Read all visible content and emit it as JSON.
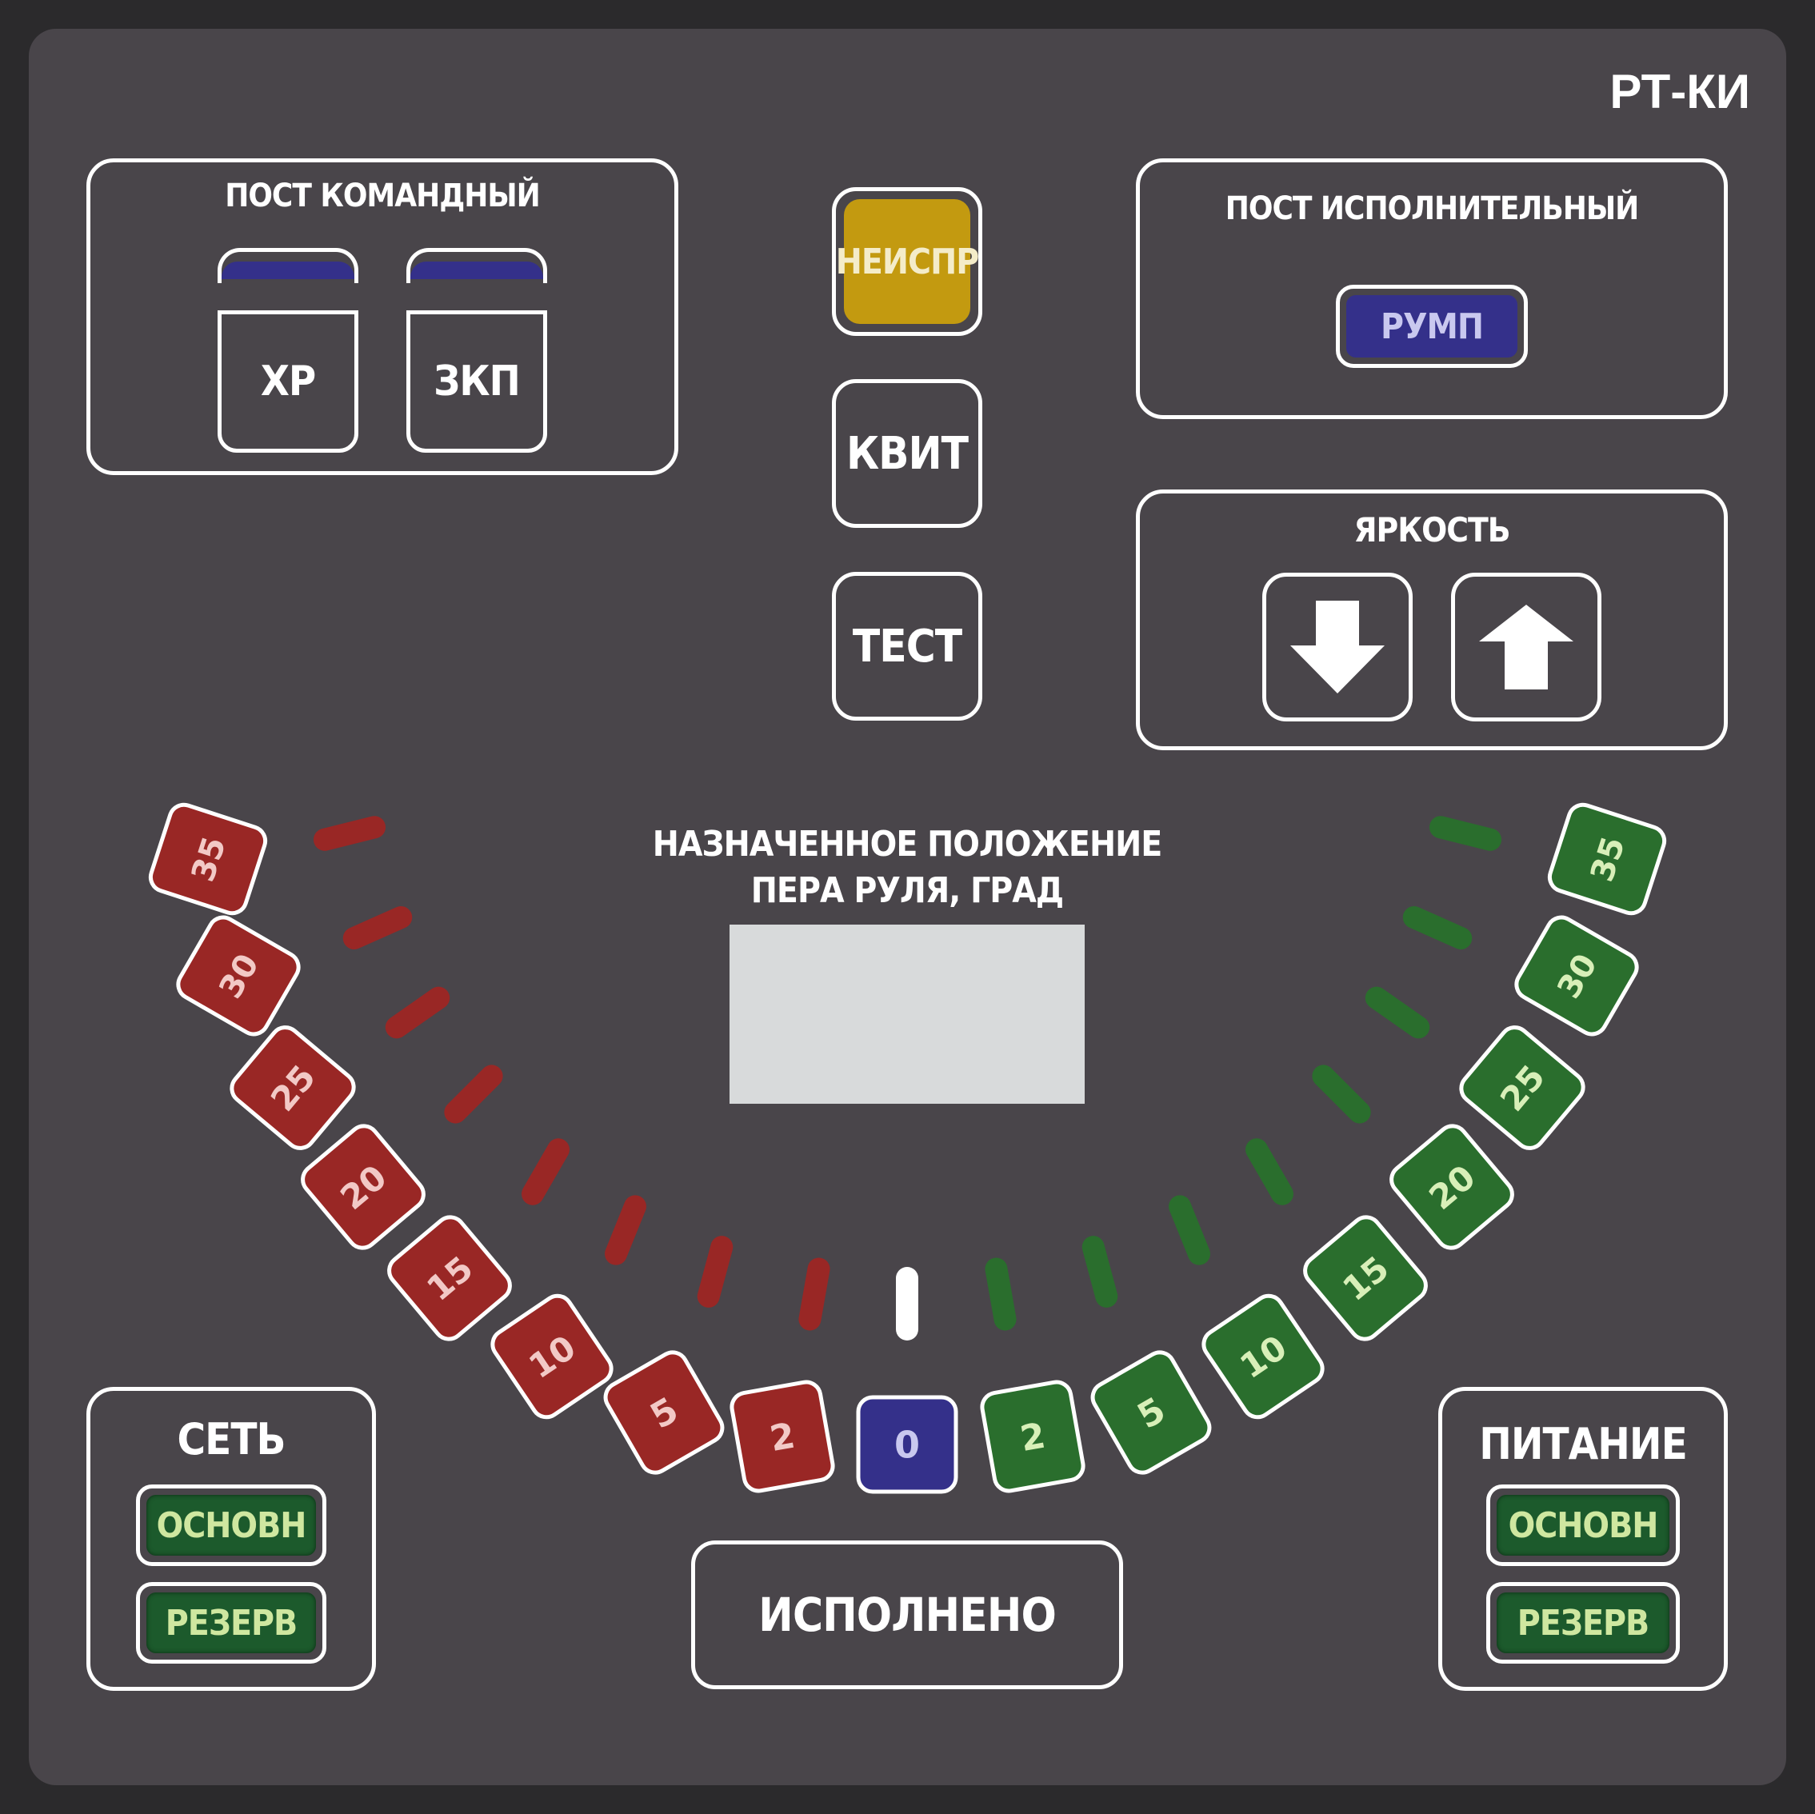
{
  "device_title": "РТ-КИ",
  "command_post": {
    "title": "ПОСТ КОМАНДНЫЙ",
    "button_hr": "ХР",
    "button_zkp": "ЗКП"
  },
  "center_buttons": {
    "fault": "НЕИСПР",
    "ack": "КВИТ",
    "test": "ТЕСТ"
  },
  "exec_post": {
    "title": "ПОСТ ИСПОЛНИТЕЛЬНЫЙ",
    "button": "РУМП"
  },
  "brightness": {
    "title": "ЯРКОСТЬ"
  },
  "rudder": {
    "title_line1": "НАЗНАЧЕННОЕ ПОЛОЖЕНИЕ",
    "title_line2": "ПЕРА РУЛЯ, ГРАД"
  },
  "network": {
    "title": "СЕТЬ",
    "main": "ОСНОВН",
    "reserve": "РЕЗЕРВ"
  },
  "power": {
    "title": "ПИТАНИЕ",
    "main": "ОСНОВН",
    "reserve": "РЕЗЕРВ"
  },
  "done_button": "ИСПОЛНЕНО",
  "scale": {
    "left_labels": [
      "35",
      "30",
      "25",
      "20",
      "15",
      "10",
      "5",
      "2"
    ],
    "center_label": "0",
    "right_labels": [
      "2",
      "5",
      "10",
      "15",
      "20",
      "25",
      "30",
      "35"
    ]
  },
  "colors": {
    "panel": "#49454a",
    "red": "#992725",
    "green": "#2a6e2d",
    "blue": "#34308a",
    "amber": "#c39a10",
    "display": "#d8dadb"
  }
}
